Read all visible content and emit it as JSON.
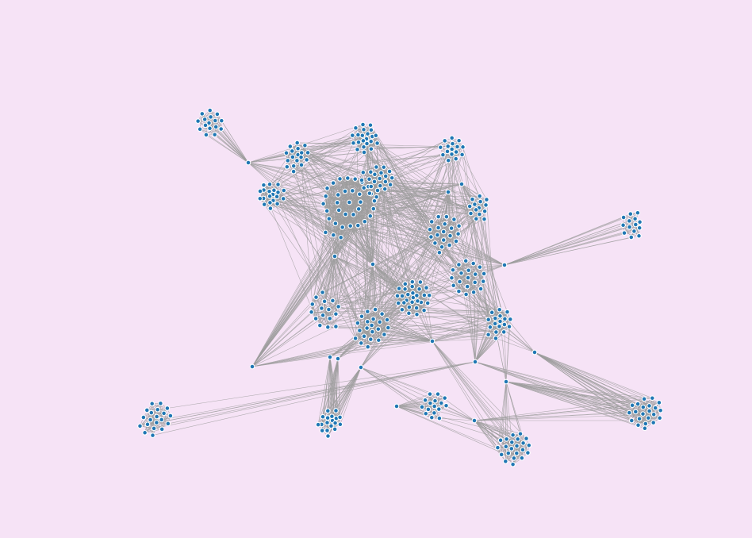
{
  "colors": {
    "background": "#f6e3f6",
    "edge": "#9e9e9e",
    "node_fill": "#1f77b4",
    "node_stroke": "#ffffff"
  },
  "graph": {
    "type": "network-graph",
    "description_visible_text": "",
    "clusters": [
      {
        "id": "c01",
        "nodes": 16
      },
      {
        "id": "c02",
        "nodes": 18
      },
      {
        "id": "c03",
        "nodes": 22
      },
      {
        "id": "c04",
        "nodes": 16
      },
      {
        "id": "c05",
        "nodes": 14
      },
      {
        "id": "c06",
        "nodes": 20
      },
      {
        "id": "c07",
        "nodes": 34
      },
      {
        "id": "c08",
        "nodes": 14
      },
      {
        "id": "c09",
        "nodes": 20
      },
      {
        "id": "c10",
        "nodes": 20
      },
      {
        "id": "c11",
        "nodes": 16
      },
      {
        "id": "c12",
        "nodes": 22
      },
      {
        "id": "c13",
        "nodes": 30
      },
      {
        "id": "c14",
        "nodes": 18
      },
      {
        "id": "c15",
        "nodes": 20
      },
      {
        "id": "c16",
        "nodes": 18
      },
      {
        "id": "c17",
        "nodes": 16
      },
      {
        "id": "c18",
        "nodes": 22
      },
      {
        "id": "c19",
        "nodes": 22
      },
      {
        "id": "c20",
        "nodes": 22
      }
    ],
    "hubs": [
      {
        "id": "h01",
        "links_to": [
          "c01",
          "c03",
          "c07"
        ]
      },
      {
        "id": "h02",
        "links_to": [
          "c05",
          "c07",
          "c10"
        ]
      },
      {
        "id": "h03",
        "links_to": [
          "c08",
          "c07"
        ]
      },
      {
        "id": "h04",
        "links_to": [
          "c09",
          "c07"
        ]
      },
      {
        "id": "h05",
        "links_to": [
          "c11",
          "c12",
          "c13",
          "c07"
        ]
      },
      {
        "id": "h06",
        "links_to": [
          "c07",
          "c12",
          "c13"
        ]
      },
      {
        "id": "h07",
        "links_to": [
          "c12",
          "c14",
          "c18",
          "c13"
        ]
      },
      {
        "id": "h08",
        "links_to": [
          "c16",
          "c13"
        ]
      },
      {
        "id": "h09",
        "links_to": [
          "c16",
          "c13",
          "c17"
        ]
      },
      {
        "id": "h10",
        "links_to": [
          "c16",
          "c13"
        ]
      },
      {
        "id": "h11",
        "links_to": [
          "c17",
          "c18"
        ]
      },
      {
        "id": "h12",
        "links_to": [
          "c18",
          "c17",
          "c19"
        ]
      },
      {
        "id": "h13",
        "links_to": [
          "c14",
          "c15",
          "c19",
          "c10"
        ]
      },
      {
        "id": "h14",
        "links_to": [
          "c20",
          "c11",
          "c14"
        ]
      },
      {
        "id": "h15",
        "links_to": [
          "c19",
          "c14"
        ]
      },
      {
        "id": "h16",
        "links_to": [
          "c19",
          "c18",
          "c14"
        ]
      }
    ]
  }
}
